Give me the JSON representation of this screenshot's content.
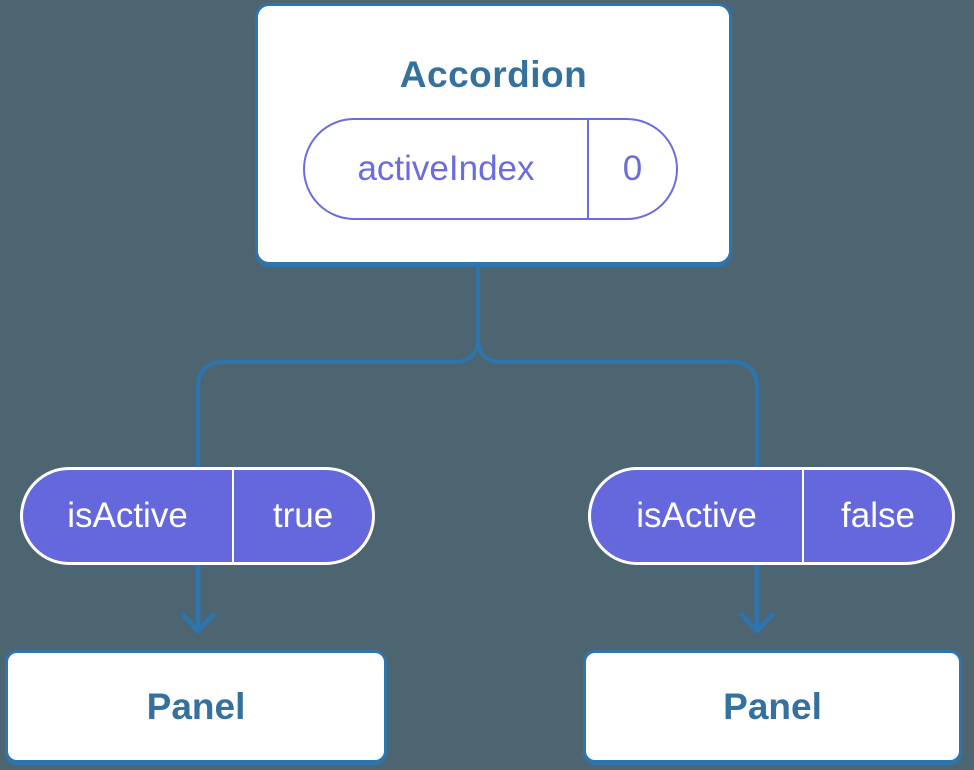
{
  "colors": {
    "background": "#4C6570",
    "connector_blue": "#2E74AD",
    "label_blue": "#35719E",
    "pill_purple_fill": "#6468DC",
    "pill_purple_outline": "#6A6CDF",
    "pill_text_white": "#FFFFFF"
  },
  "diagram": {
    "root": {
      "title": "Accordion",
      "state": {
        "name": "activeIndex",
        "value": "0"
      }
    },
    "children": [
      {
        "prop": {
          "name": "isActive",
          "value": "true"
        },
        "label": "Panel"
      },
      {
        "prop": {
          "name": "isActive",
          "value": "false"
        },
        "label": "Panel"
      }
    ]
  }
}
